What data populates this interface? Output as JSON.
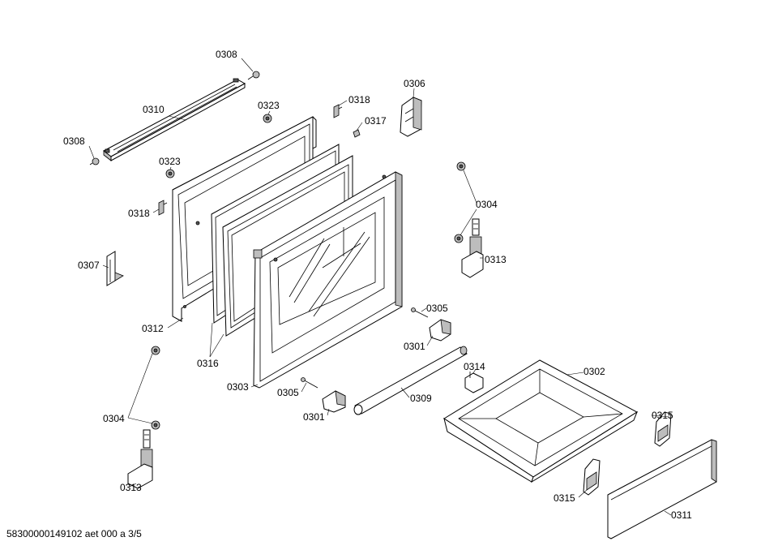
{
  "diagram": {
    "labels": {
      "l0308a": "0308",
      "l0310": "0310",
      "l0323a": "0323",
      "l0318a": "0318",
      "l0306": "0306",
      "l0317": "0317",
      "l0308b": "0308",
      "l0323b": "0323",
      "l0318b": "0318",
      "l0304a": "0304",
      "l0313a": "0313",
      "l0307": "0307",
      "l0312": "0312",
      "l0305a": "0305",
      "l0301a": "0301",
      "l0314": "0314",
      "l0302": "0302",
      "l0316": "0316",
      "l0303": "0303",
      "l0305b": "0305",
      "l0309": "0309",
      "l0301b": "0301",
      "l0304b": "0304",
      "l0315a": "0315",
      "l0313b": "0313",
      "l0315b": "0315",
      "l0311": "0311"
    },
    "footer": "58300000149102 aet 000 a 3/5"
  }
}
